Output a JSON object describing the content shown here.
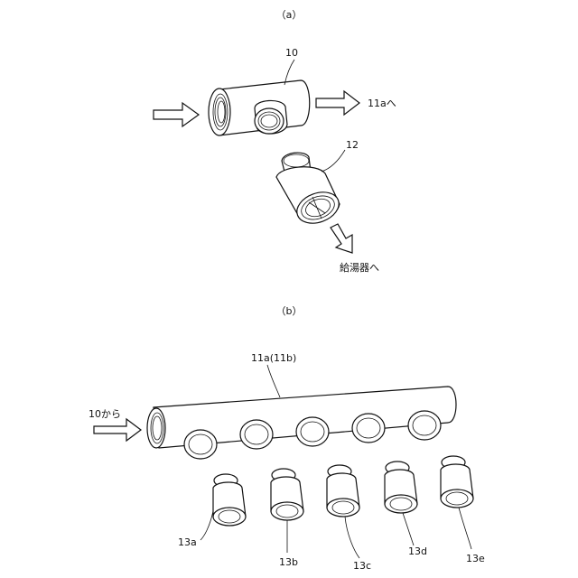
{
  "panel_a": {
    "caption": "（a）",
    "label_tee": "10",
    "label_outlet": "11aへ",
    "label_fitting": "12",
    "label_heater": "給湯器へ"
  },
  "panel_b": {
    "caption": "（b）",
    "label_header": "11a(11b)",
    "label_inlet": "10から",
    "fittings": [
      "13a",
      "13b",
      "13c",
      "13d",
      "13e"
    ]
  }
}
